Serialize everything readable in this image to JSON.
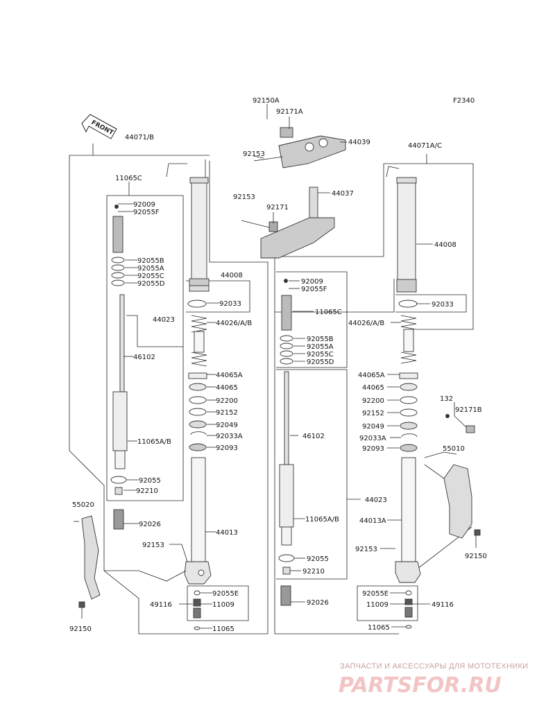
{
  "figure_code": "F2340",
  "front_marker": "FRONT",
  "watermark": {
    "line1": "ЗАПЧАСТИ И АКСЕССУАРЫ ДЛЯ МОТОТЕХНИКИ",
    "line2": "PARTSFOR.RU"
  },
  "labels": {
    "l44071b": "44071/B",
    "l11065c_l": "11065C",
    "l92009_l": "92009",
    "l92055f_l": "92055F",
    "l92055b_l": "92055B",
    "l92055a_l": "92055A",
    "l92055c_l": "92055C",
    "l92055d_l": "92055D",
    "l44023_l": "44023",
    "l46102_l": "46102",
    "l11065ab_l": "11065A/B",
    "l92055_l": "92055",
    "l92210_l": "92210",
    "l92026_l": "92026",
    "l44008_l": "44008",
    "l92033_l": "92033",
    "l44026_l": "44026/A/B",
    "l44065a_l": "44065A",
    "l44065_l": "44065",
    "l92200_l": "92200",
    "l92152_l": "92152",
    "l92049_l": "92049",
    "l92033a_l": "92033A",
    "l92093_l": "92093",
    "l44013_l": "44013",
    "l92153_l2": "92153",
    "l92055e_l": "92055E",
    "l49116_l": "49116",
    "l11009_l": "11009",
    "l11065_l": "11065",
    "l55020": "55020",
    "l92150_l": "92150",
    "l92150a": "92150A",
    "l92171a": "92171A",
    "l44039": "44039",
    "l92153_t1": "92153",
    "l44037": "44037",
    "l92153_t2": "92153",
    "l92171": "92171",
    "l44071ac": "44071A/C",
    "l44008_r": "44008",
    "l92033_r": "92033",
    "l44026_r": "44026/A/B",
    "l92009_r": "92009",
    "l92055f_r": "92055F",
    "l11065c_r": "11065C",
    "l92055b_r": "92055B",
    "l92055a_r": "92055A",
    "l92055c_r": "92055C",
    "l92055d_r": "92055D",
    "l46102_r": "46102",
    "l44023_r": "44023",
    "l11065ab_r": "11065A/B",
    "l92055_r": "92055",
    "l92210_r": "92210",
    "l92026_r": "92026",
    "l44065a_r": "44065A",
    "l44065_r": "44065",
    "l92200_r": "92200",
    "l92152_r": "92152",
    "l92049_r": "92049",
    "l92033a_r": "92033A",
    "l92093_r": "92093",
    "l44013a_r": "44013A",
    "l92153_r": "92153",
    "l92055e_r": "92055E",
    "l11009_r": "11009",
    "l49116_r": "49116",
    "l11065_r": "11065",
    "l132": "132",
    "l92171b": "92171B",
    "l55010": "55010",
    "l92150_r": "92150"
  }
}
